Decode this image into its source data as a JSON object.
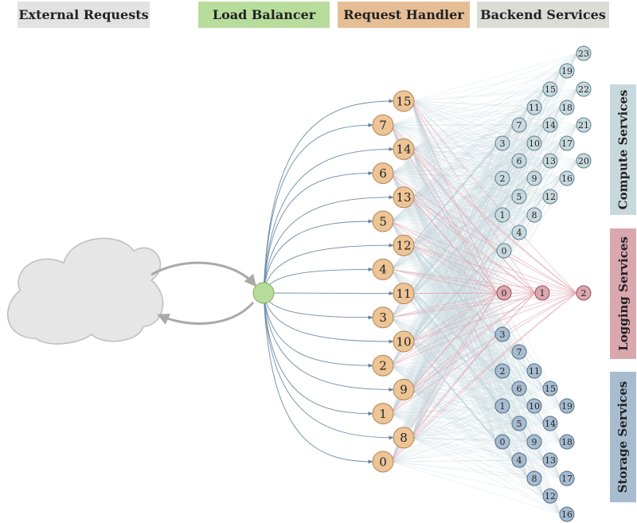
{
  "headers": {
    "external": "External Requests",
    "balancer": "Load Balancer",
    "handler": "Request Handler",
    "backend": "Backend Services"
  },
  "side_labels": {
    "compute": "Compute Services",
    "logging": "Logging Services",
    "storage": "Storage Services"
  },
  "colors": {
    "external_header": "#e2e2e2",
    "balancer_header": "#b8dc9c",
    "handler_header": "#e6be96",
    "backend_header": "#dcdcd6",
    "compute": "#c8d9de",
    "logging": "#dba7ae",
    "storage": "#a7bccf",
    "handler_node": "#ecc496",
    "balancer_node": "#b7dc99",
    "cloud": "#e6e6e6"
  },
  "handler_nodes": [
    "15",
    "7",
    "14",
    "6",
    "13",
    "5",
    "12",
    "4",
    "11",
    "3",
    "10",
    "2",
    "9",
    "1",
    "8",
    "0"
  ],
  "compute_nodes": [
    "0",
    "1",
    "2",
    "3",
    "4",
    "5",
    "6",
    "7",
    "8",
    "9",
    "10",
    "11",
    "12",
    "13",
    "14",
    "15",
    "16",
    "17",
    "18",
    "19",
    "20",
    "21",
    "22",
    "23"
  ],
  "logging_nodes": [
    "0",
    "1",
    "2"
  ],
  "storage_nodes": [
    "0",
    "1",
    "2",
    "3",
    "4",
    "5",
    "6",
    "7",
    "8",
    "9",
    "10",
    "11",
    "12",
    "13",
    "14",
    "15",
    "16",
    "17",
    "18",
    "19"
  ]
}
